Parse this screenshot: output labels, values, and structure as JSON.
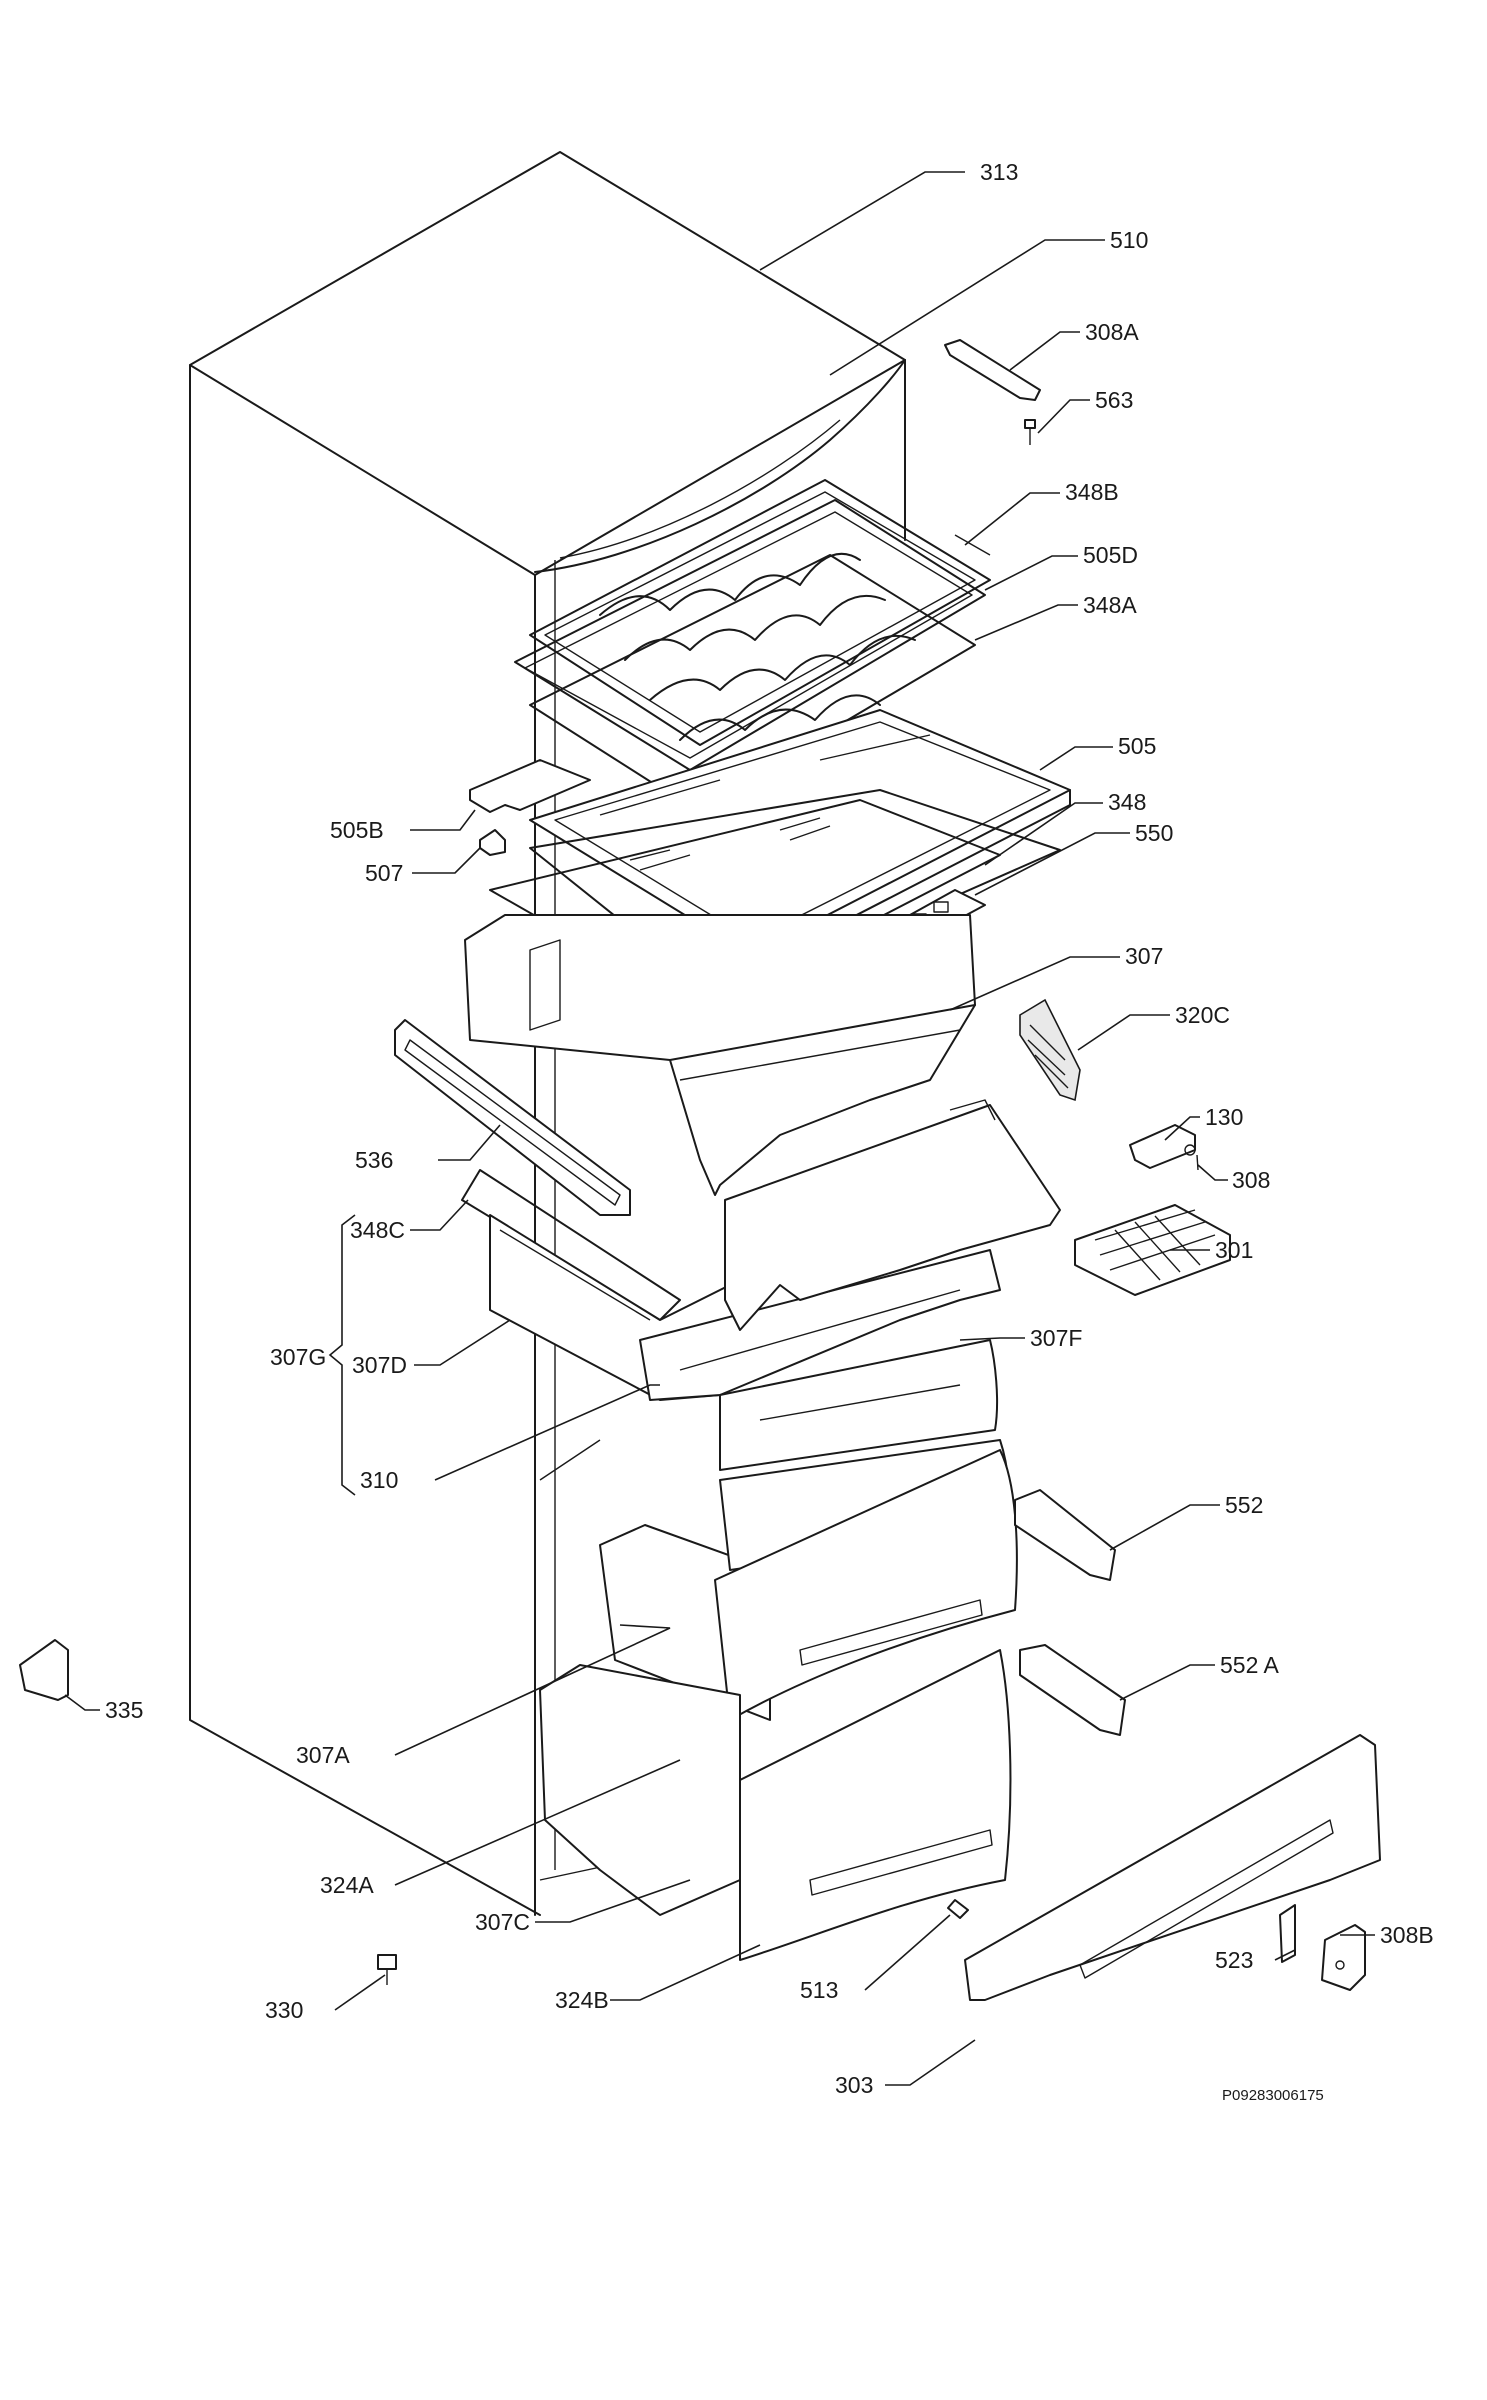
{
  "diagram": {
    "drawing_code": "P09283006175",
    "callouts": [
      {
        "id": "313",
        "text": "313"
      },
      {
        "id": "510",
        "text": "510"
      },
      {
        "id": "308a",
        "text": "308A"
      },
      {
        "id": "563",
        "text": "563"
      },
      {
        "id": "348b",
        "text": "348B"
      },
      {
        "id": "505d",
        "text": "505D"
      },
      {
        "id": "348a",
        "text": "348A"
      },
      {
        "id": "505",
        "text": "505"
      },
      {
        "id": "505b",
        "text": "505B"
      },
      {
        "id": "348",
        "text": "348"
      },
      {
        "id": "550",
        "text": "550"
      },
      {
        "id": "507",
        "text": "507"
      },
      {
        "id": "307",
        "text": "307"
      },
      {
        "id": "320c",
        "text": "320C"
      },
      {
        "id": "130",
        "text": "130"
      },
      {
        "id": "536",
        "text": "536"
      },
      {
        "id": "308",
        "text": "308"
      },
      {
        "id": "348c",
        "text": "348C"
      },
      {
        "id": "301",
        "text": "301"
      },
      {
        "id": "307g",
        "text": "307G"
      },
      {
        "id": "307d",
        "text": "307D"
      },
      {
        "id": "307f",
        "text": "307F"
      },
      {
        "id": "310",
        "text": "310"
      },
      {
        "id": "552",
        "text": "552"
      },
      {
        "id": "552a",
        "text": "552 A"
      },
      {
        "id": "335",
        "text": "335"
      },
      {
        "id": "307a",
        "text": "307A"
      },
      {
        "id": "324a",
        "text": "324A"
      },
      {
        "id": "307c",
        "text": "307C"
      },
      {
        "id": "308b",
        "text": "308B"
      },
      {
        "id": "523",
        "text": "523"
      },
      {
        "id": "330",
        "text": "330"
      },
      {
        "id": "324b",
        "text": "324B"
      },
      {
        "id": "513",
        "text": "513"
      },
      {
        "id": "303",
        "text": "303"
      }
    ]
  }
}
